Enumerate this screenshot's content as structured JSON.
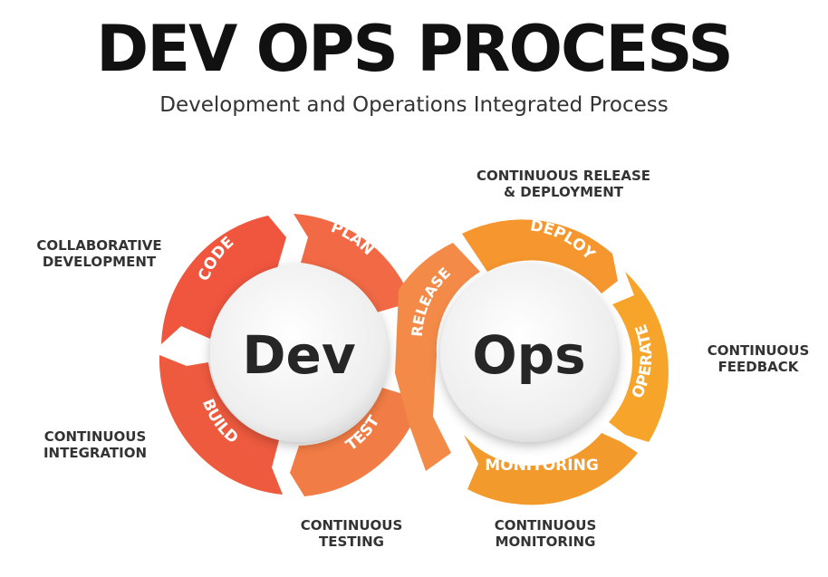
{
  "header": {
    "title": "DEV OPS PROCESS",
    "subtitle": "Development and Operations Integrated Process"
  },
  "loop": {
    "left_hub": "Dev",
    "right_hub": "Ops",
    "segments": {
      "code": "CODE",
      "plan": "PLAN",
      "release": "RELEASE",
      "deploy": "DEPLOY",
      "operate": "OPERATE",
      "monitoring": "MONITORING",
      "test": "TEST",
      "build": "BUILD"
    }
  },
  "annotations": {
    "collaborative": [
      "COLLABORATIVE",
      "DEVELOPMENT"
    ],
    "continuous_integration": [
      "CONTINUOUS",
      "INTEGRATION"
    ],
    "continuous_testing": [
      "CONTINUOUS",
      "TESTING"
    ],
    "continuous_monitoring": [
      "CONTINUOUS",
      "MONITORING"
    ],
    "continuous_release": [
      "CONTINUOUS RELEASE",
      "& DEPLOYMENT"
    ],
    "continuous_feedback": [
      "CONTINUOUS",
      "FEEDBACK"
    ]
  },
  "colors": {
    "code": "#F0553E",
    "plan": "#F26A45",
    "build": "#EE5A3E",
    "test": "#F27C45",
    "release": "#F38A48",
    "deploy": "#F5962E",
    "operate": "#F7A52A",
    "monitoring": "#F29A2C",
    "hub_fill": "#F4F4F4",
    "hub_text": "#262626"
  }
}
